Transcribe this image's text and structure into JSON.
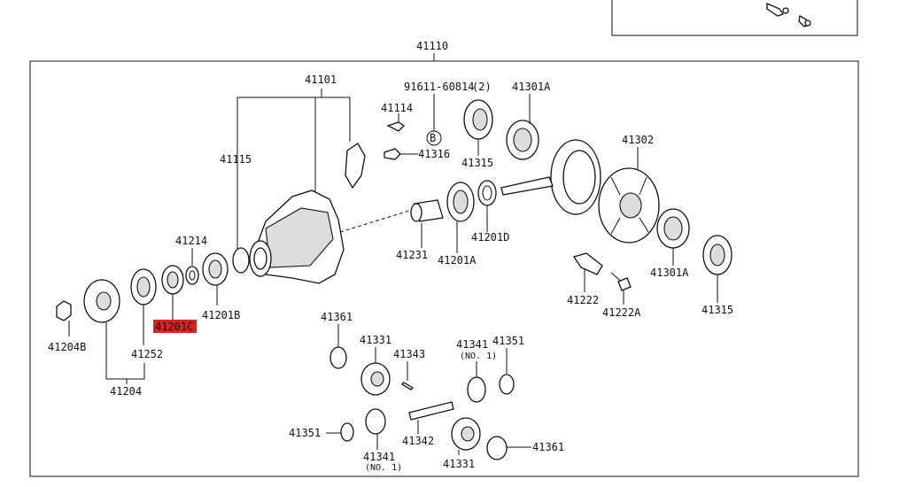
{
  "diagram": {
    "assembly_label": "41110",
    "highlight_color": "#e0201c",
    "bolt_label": "91611-60814",
    "bolt_qty": "(2)",
    "circle_b": "B",
    "no1": "(NO. 1)",
    "labels": {
      "p41101": "41101",
      "p41114": "41114",
      "p41316": "41316",
      "p41301A_top": "41301A",
      "p41115": "41115",
      "p41315_top": "41315",
      "p41302": "41302",
      "p41214": "41214",
      "p41231": "41231",
      "p41201A": "41201A",
      "p41201D": "41201D",
      "p41201B": "41201B",
      "p41201C": "41201C",
      "p41204B": "41204B",
      "p41252": "41252",
      "p41204": "41204",
      "p41222": "41222",
      "p41222A": "41222A",
      "p41301A_bot": "41301A",
      "p41315_bot": "41315",
      "p41361_a": "41361",
      "p41331_a": "41331",
      "p41343": "41343",
      "p41341_a": "41341",
      "p41351_a": "41351",
      "p41351_b": "41351",
      "p41342": "41342",
      "p41341_b": "41341",
      "p41331_b": "41331",
      "p41361_b": "41361"
    }
  }
}
